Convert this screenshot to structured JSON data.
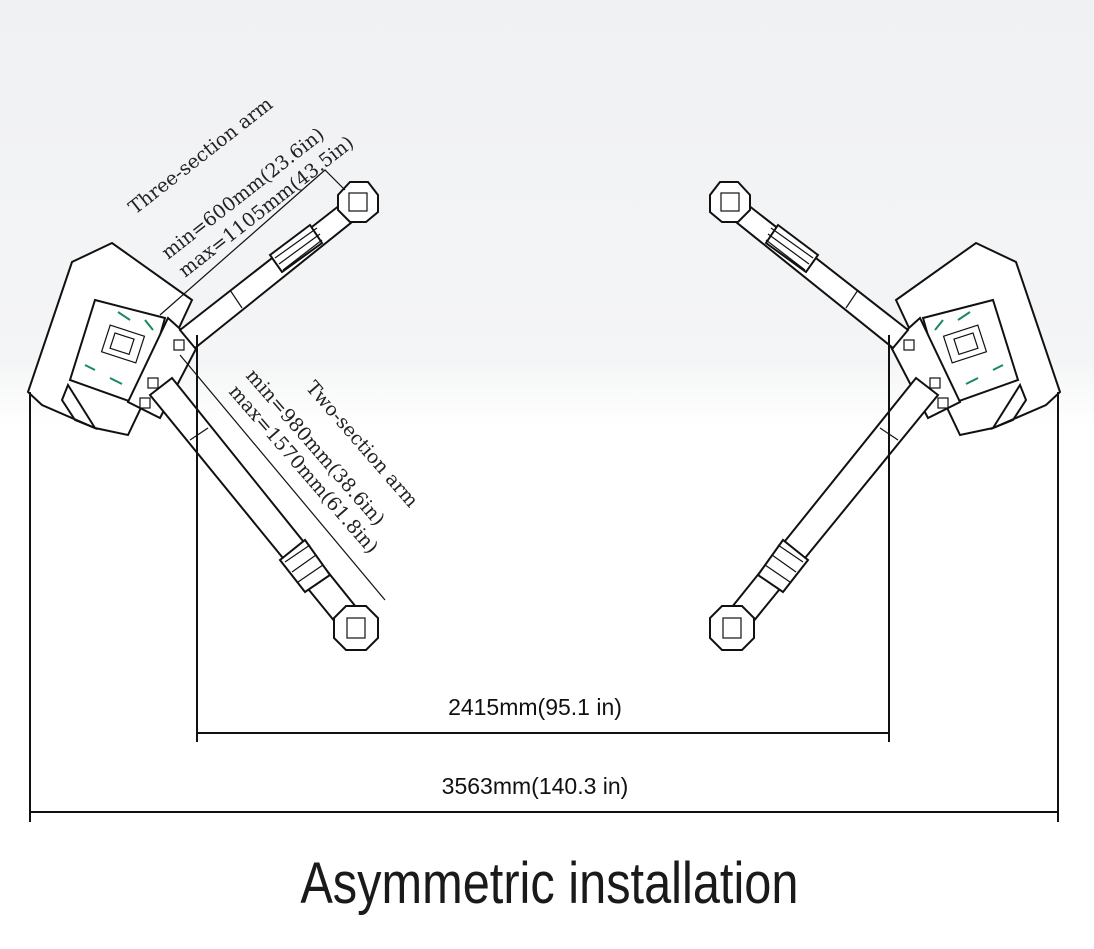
{
  "arm_labels": {
    "three_section": {
      "name": "Three-section arm",
      "min": "min=600mm(23.6in)",
      "max": "max=1105mm(43.5in)"
    },
    "two_section": {
      "name": "Two-section arm",
      "min": "min=980mm(38.6in)",
      "max": "max=1570mm(61.8in)"
    }
  },
  "dimensions": {
    "inner": "2415mm(95.1 in)",
    "outer": "3563mm(140.3 in)"
  },
  "title": "Asymmetric installation"
}
